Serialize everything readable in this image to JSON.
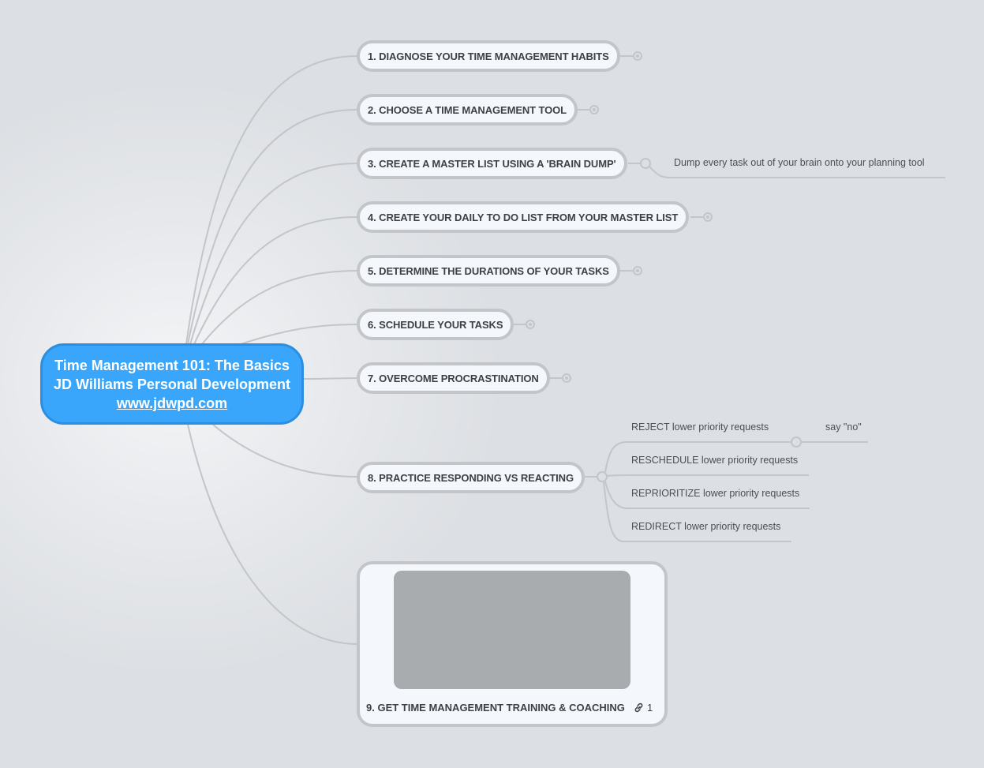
{
  "central": {
    "line1": "Time Management 101: The Basics",
    "line2": "JD Williams Personal Development",
    "link": "www.jdwpd.com",
    "color": "#39a6fb"
  },
  "topics": [
    {
      "label": "1. DIAGNOSE YOUR TIME MANAGEMENT HABITS",
      "collapsed": true
    },
    {
      "label": "2. CHOOSE A TIME MANAGEMENT TOOL",
      "collapsed": true
    },
    {
      "label": "3. CREATE A MASTER LIST USING A 'BRAIN DUMP'",
      "collapsed": false,
      "children": [
        {
          "label": "Dump every task out of your brain onto your planning tool"
        }
      ]
    },
    {
      "label": "4. CREATE YOUR DAILY TO DO LIST FROM YOUR MASTER LIST",
      "collapsed": true
    },
    {
      "label": "5. DETERMINE THE DURATIONS OF YOUR TASKS",
      "collapsed": true
    },
    {
      "label": "6. SCHEDULE YOUR TASKS",
      "collapsed": true
    },
    {
      "label": "7. OVERCOME PROCRASTINATION",
      "collapsed": true
    },
    {
      "label": "8. PRACTICE RESPONDING VS REACTING",
      "collapsed": false,
      "children": [
        {
          "label": "REJECT lower priority requests",
          "children": [
            {
              "label": "say \"no\""
            }
          ]
        },
        {
          "label": "RESCHEDULE lower priority requests"
        },
        {
          "label": "REPRIORITIZE lower priority requests"
        },
        {
          "label": "REDIRECT lower priority requests"
        }
      ]
    },
    {
      "label": "9. GET TIME MANAGEMENT TRAINING & COACHING",
      "has_image": true,
      "link_count": "1"
    }
  ],
  "colors": {
    "background": "#dcdfe3",
    "topic_fill": "#f4f8fd",
    "topic_border": "#c3c5c8",
    "connector": "#c3c5c8",
    "text": "#3c4148"
  }
}
